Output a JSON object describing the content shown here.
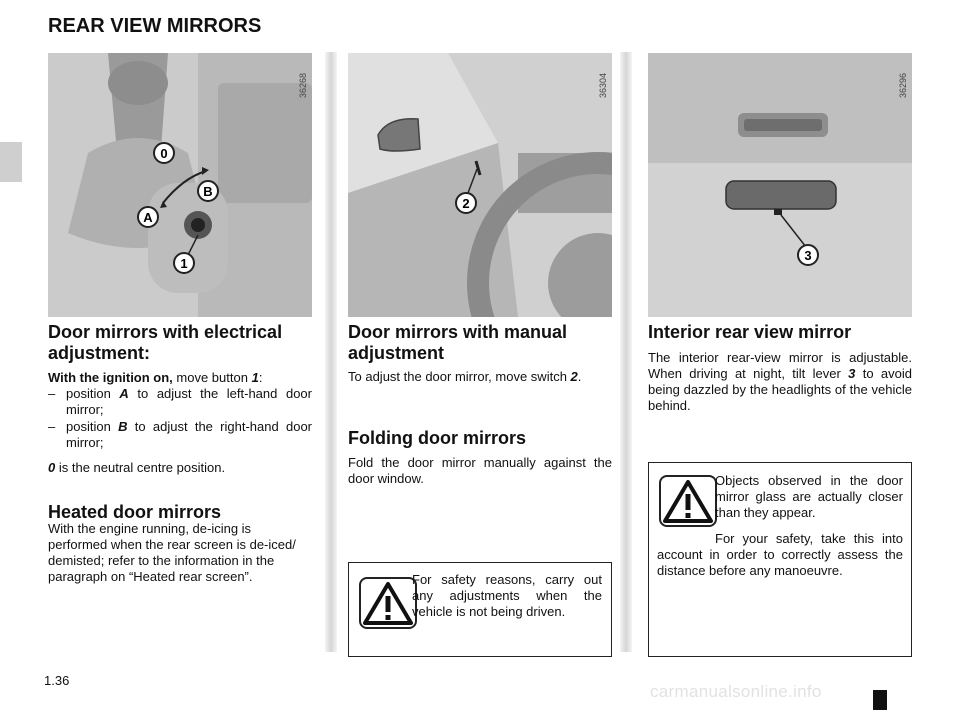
{
  "page_title": "REAR VIEW MIRRORS",
  "images": [
    {
      "code": "36268",
      "callouts": [
        "0",
        "B",
        "A",
        "1"
      ]
    },
    {
      "code": "36304",
      "callouts": [
        "2"
      ]
    },
    {
      "code": "36296",
      "callouts": [
        "3"
      ]
    }
  ],
  "col1": {
    "heading": "Door mirrors with electrical adjustment:",
    "intro_bold": "With the ignition on,",
    "intro_rest": " move button ",
    "intro_ref": "1",
    "intro_end": ":",
    "bullets": [
      {
        "pre": "position ",
        "ref": "A",
        "post": " to adjust the left-hand door mirror;"
      },
      {
        "pre": "position ",
        "ref": "B",
        "post": " to adjust the right-hand door mirror;"
      }
    ],
    "neutral_ref": "0",
    "neutral_text": " is the neutral centre position.",
    "heated_heading": "Heated door mirrors",
    "heated_text": "With the engine running, de-icing is performed when the rear screen is de-iced/ demisted; refer to the information in the paragraph on “Heated rear screen”."
  },
  "col2": {
    "heading": "Door mirrors with manual adjustment",
    "text_pre": "To adjust the door mirror, move switch ",
    "text_ref": "2",
    "text_end": ".",
    "folding_heading": "Folding door mirrors",
    "folding_text": "Fold the door mirror manually against the door window.",
    "warning": "For safety reasons, carry out any adjustments when the vehicle is not being driven."
  },
  "col3": {
    "heading": "Interior rear view mirror",
    "text_pre": "The interior rear-view mirror is adjustable. When driving at night, tilt lever ",
    "text_ref": "3",
    "text_end": " to avoid being dazzled by the headlights of the vehicle behind.",
    "warning_1": "Objects observed in the door mirror glass are actually closer than they appear.",
    "warning_2": "For your safety, take this into account in order to correctly assess the distance before any manoeuvre."
  },
  "page_number": "1.36",
  "watermark": "carmanualsonline.info"
}
